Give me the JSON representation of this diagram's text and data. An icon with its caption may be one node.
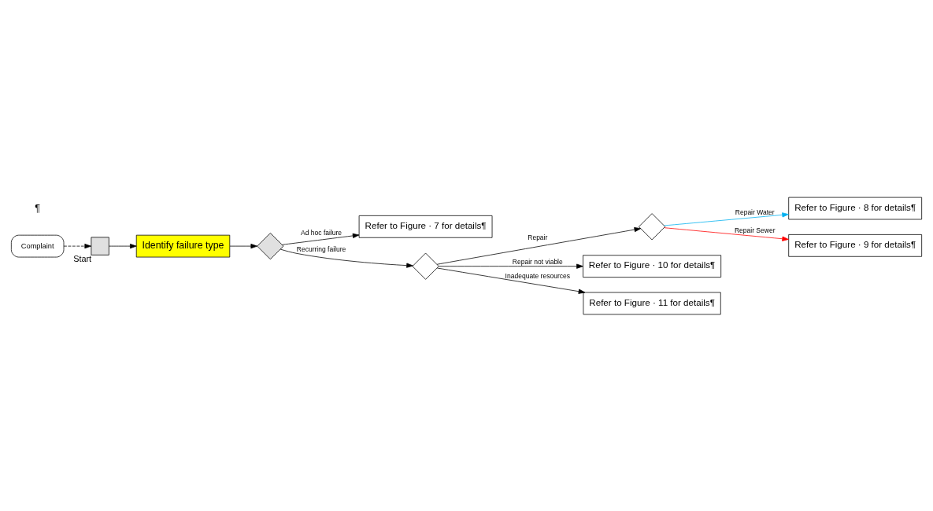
{
  "diagram": {
    "nodes": [
      {
        "text": [
          "Complaint"
        ]
      },
      {
        "text": [],
        "shape": "box",
        "beside": [
          "Start"
        ]
      },
      {
        "text": [
          "Identify failure type"
        ]
      },
      {
        "text": [],
        "shape": "diamond"
      },
      {
        "text": [
          "Refer to Figure · 7 for details¶"
        ]
      },
      {
        "text": [],
        "shape": "diamond"
      },
      {
        "text": [
          "Refer to Figure · 8 for details¶"
        ]
      },
      {
        "text": [
          "Refer to Figure · 9 for details¶"
        ]
      },
      {
        "text": [],
        "shape": "diamond"
      },
      {
        "text": [
          "Refer to Figure · 10 for details¶"
        ]
      },
      {
        "text": [
          "Refer to Figure · 11 for details¶"
        ]
      }
    ],
    "edges": [
      {
        "from": 0,
        "to": 1,
        "arrow": "to",
        "style": "dashed"
      },
      {
        "from": 1,
        "to": 2,
        "arrow": "to"
      },
      {
        "from": 2,
        "to": 3,
        "arrow": "to"
      },
      {
        "from": 3,
        "to": 4,
        "arrow": "to",
        "label": "Ad hoc failure"
      },
      {
        "from": 3,
        "to": 8,
        "arrow": "to",
        "label": "Recurring failure"
      },
      {
        "from": 8,
        "to": 5,
        "arrow": "to",
        "label": "Repair"
      },
      {
        "from": 5,
        "to": 6,
        "arrow": "to",
        "label": "Repair Water",
        "color": "#00b0f0"
      },
      {
        "from": 5,
        "to": 7,
        "arrow": "to",
        "label": "Repair Sewer",
        "color": "#ff0000"
      },
      {
        "from": 8,
        "to": 9,
        "arrow": "to",
        "label": "Repair not viable"
      },
      {
        "from": 8,
        "to": 10,
        "arrow": "to",
        "label": "Inadequate resources"
      }
    ],
    "labels": [
      "¶"
    ]
  }
}
